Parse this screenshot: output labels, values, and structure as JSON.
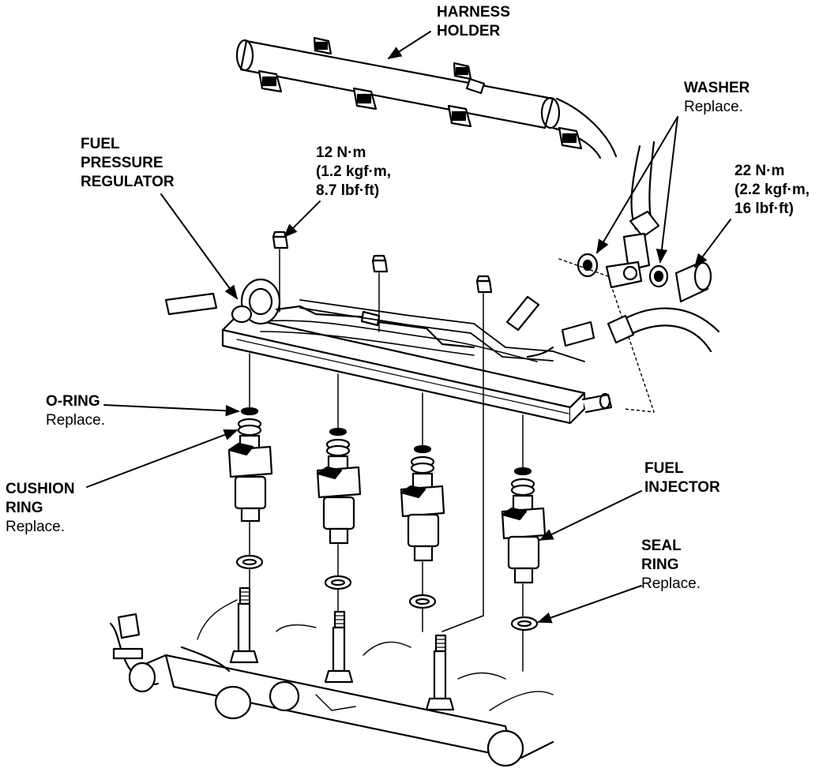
{
  "labels": {
    "harness_holder": [
      "HARNESS",
      "HOLDER"
    ],
    "washer": {
      "title": "WASHER",
      "note": "Replace."
    },
    "fuel_pressure_regulator": [
      "FUEL",
      "PRESSURE",
      "REGULATOR"
    ],
    "torque_small": [
      "12 N·m",
      "(1.2 kgf·m,",
      "8.7 lbf·ft)"
    ],
    "torque_large": [
      "22 N·m",
      "(2.2 kgf·m,",
      "16 lbf·ft)"
    ],
    "o_ring": {
      "title": "O-RING",
      "note": "Replace."
    },
    "cushion_ring": {
      "title": [
        "CUSHION",
        "RING"
      ],
      "note": "Replace."
    },
    "fuel_injector": [
      "FUEL",
      "INJECTOR"
    ],
    "seal_ring": {
      "title": [
        "SEAL",
        "RING"
      ],
      "note": "Replace."
    }
  },
  "colors": {
    "ink": "#000000",
    "paper": "#ffffff"
  }
}
